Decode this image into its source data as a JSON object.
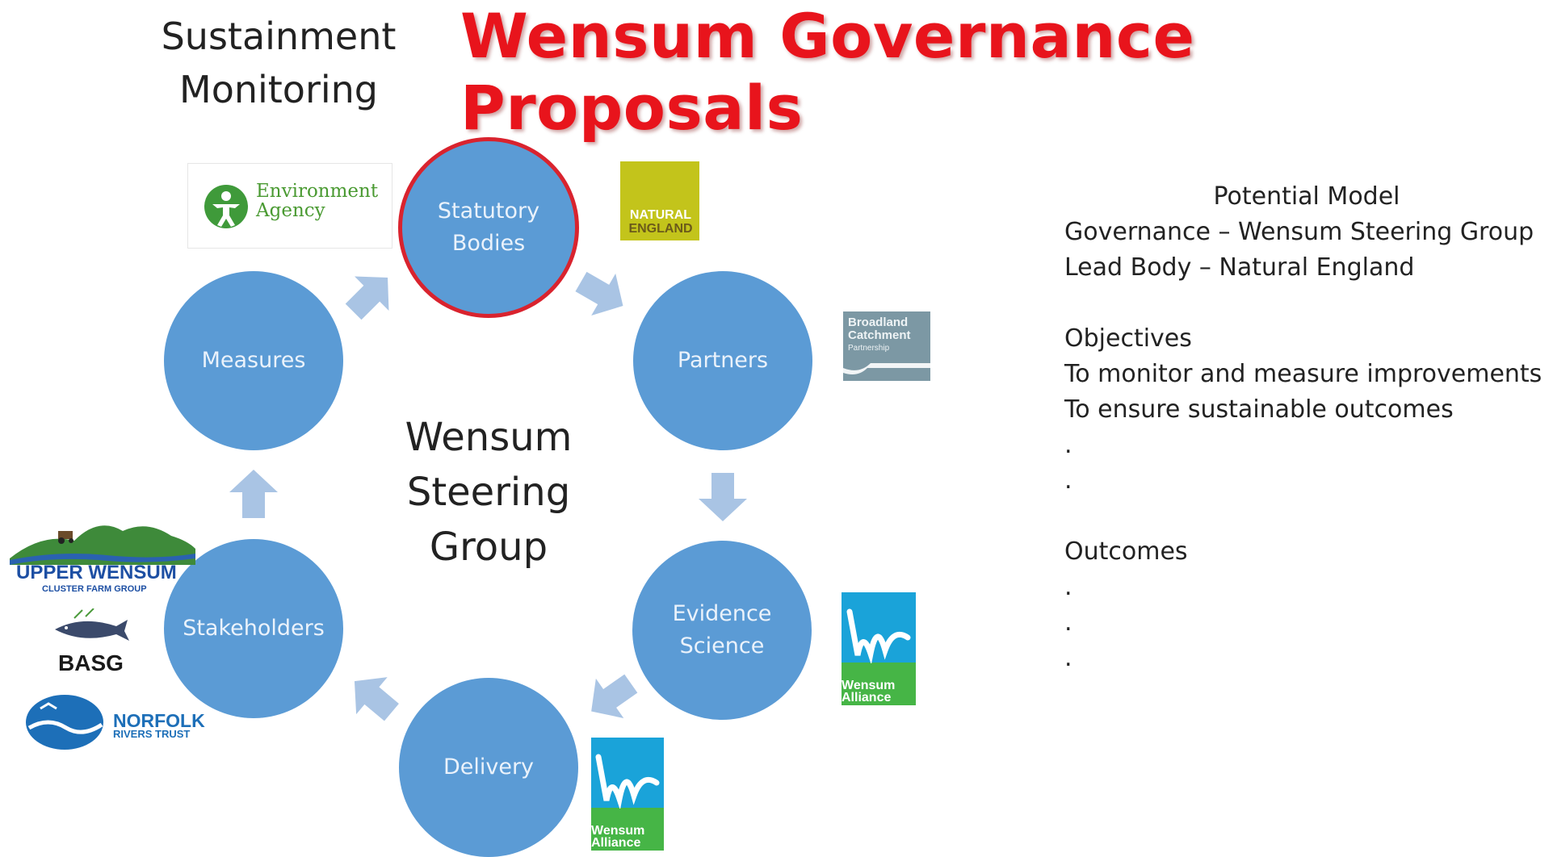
{
  "title": "Wensum Governance Proposals",
  "sustainment": {
    "line1": "Sustainment",
    "line2": "Monitoring"
  },
  "center_label": {
    "line1": "Wensum",
    "line2": "Steering",
    "line3": "Group"
  },
  "cycle_nodes": {
    "statutory": {
      "line1": "Statutory",
      "line2": "Bodies"
    },
    "partners": {
      "line1": "Partners"
    },
    "evidence": {
      "line1": "Evidence",
      "line2": "Science"
    },
    "delivery": {
      "line1": "Delivery"
    },
    "stakeholders": {
      "line1": "Stakeholders"
    },
    "measures": {
      "line1": "Measures"
    }
  },
  "logos": {
    "environment_agency": {
      "line1": "Environment",
      "line2": "Agency"
    },
    "natural_england": {
      "line1": "NATURAL",
      "line2": "ENGLAND"
    },
    "broadland": {
      "line1": "Broadland",
      "line2": "Catchment",
      "line3": "Partnership"
    },
    "wensum_alliance": {
      "line1": "Wensum",
      "line2": "Alliance"
    },
    "upper_wensum": {
      "line1": "UPPER WENSUM",
      "line2": "CLUSTER FARM GROUP"
    },
    "basg": {
      "line1": "BASG"
    },
    "norfolk_rivers": {
      "line1": "NORFOLK",
      "line2": "RIVERS TRUST"
    }
  },
  "panel": {
    "heading": "Potential Model",
    "governance": "Governance – Wensum Steering Group",
    "lead_body": "Lead Body –  Natural England",
    "objectives_heading": "Objectives",
    "objective_1": "To monitor and measure improvements",
    "objective_2": "To ensure sustainable outcomes",
    "objective_bullet_1": ".",
    "objective_bullet_2": ".",
    "outcomes_heading": "Outcomes",
    "outcome_bullet_1": ".",
    "outcome_bullet_2": ".",
    "outcome_bullet_3": "."
  },
  "colors": {
    "title": "#e8141c",
    "node_fill": "#5b9bd5",
    "node_highlight_border": "#d9232e",
    "arrow": "#a9c4e4"
  }
}
